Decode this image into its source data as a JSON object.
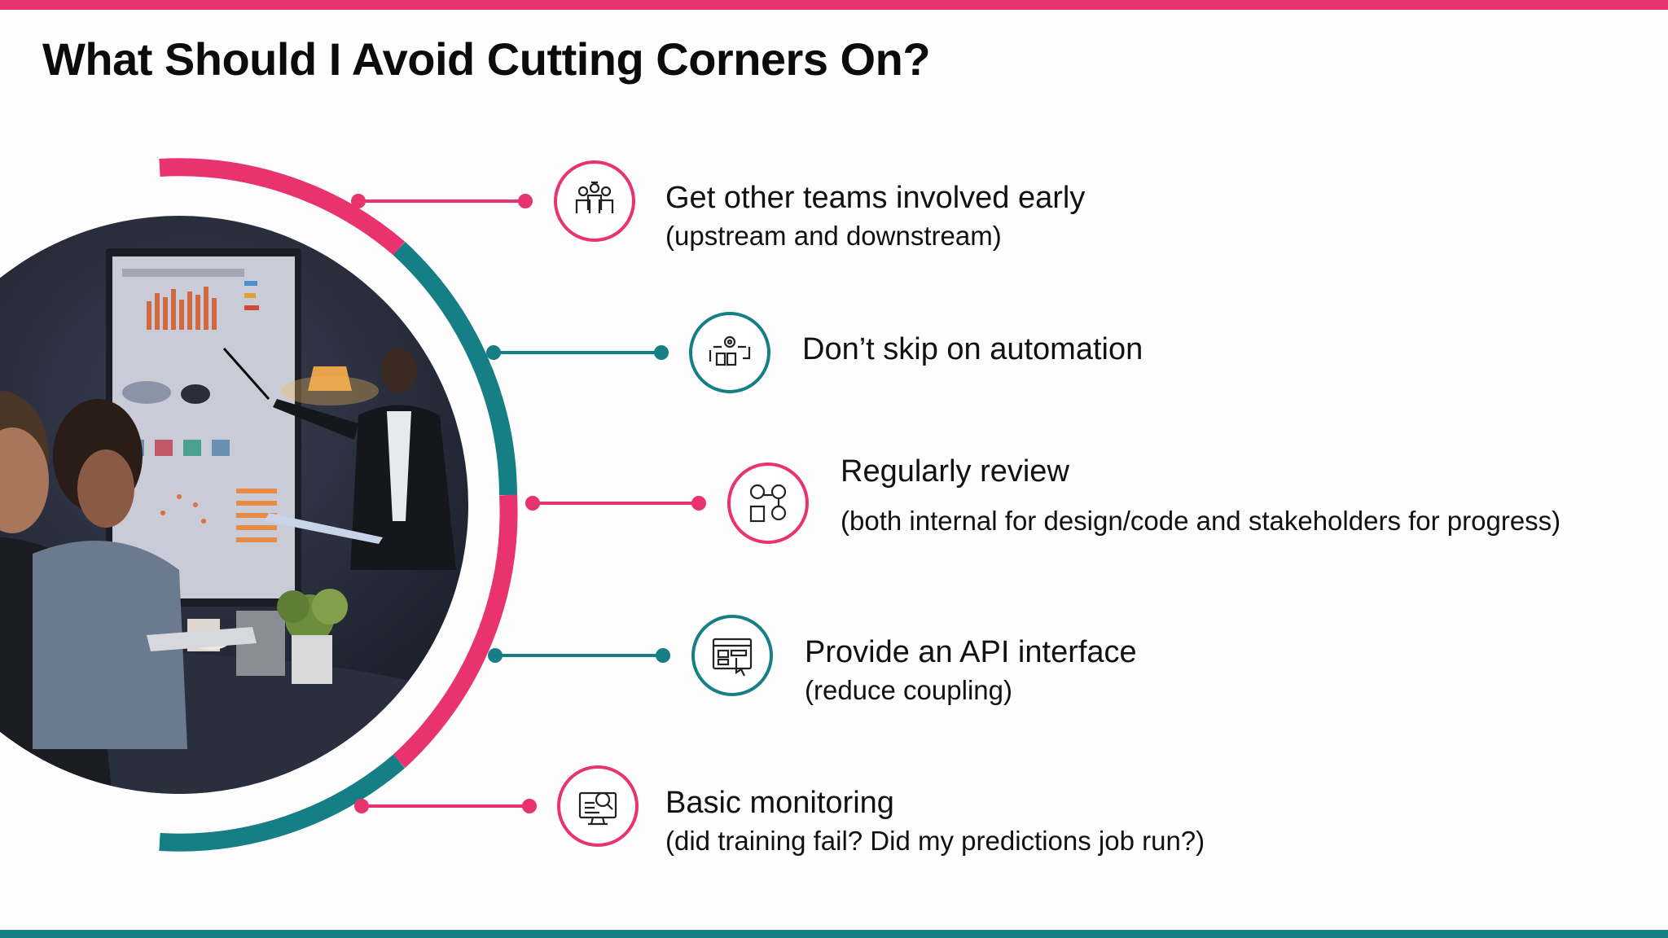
{
  "title": "What Should I Avoid Cutting Corners On?",
  "colors": {
    "pink": "#e8336f",
    "teal": "#167f86"
  },
  "items": [
    {
      "icon": "team-collaboration-icon",
      "heading": "Get other teams involved early",
      "sub": "(upstream and downstream)",
      "color": "pink"
    },
    {
      "icon": "automation-workflow-icon",
      "heading": "Don’t skip on automation",
      "sub": "",
      "color": "teal"
    },
    {
      "icon": "review-people-icon",
      "heading": "Regularly review",
      "sub": "(both internal for design/code and stakeholders for progress)",
      "color": "pink"
    },
    {
      "icon": "api-interface-icon",
      "heading": "Provide an API interface",
      "sub": "(reduce coupling)",
      "color": "teal"
    },
    {
      "icon": "monitoring-icon",
      "heading": "Basic monitoring",
      "sub": "(did training fail? Did my predictions job run?)",
      "color": "pink"
    }
  ]
}
